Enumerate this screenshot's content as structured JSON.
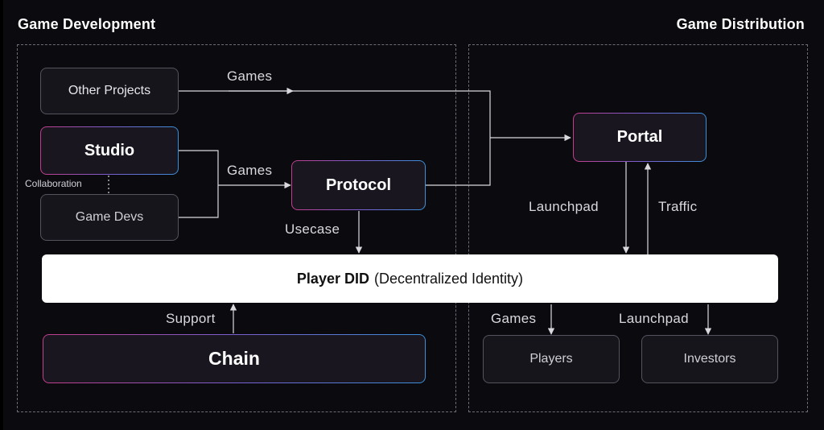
{
  "sections": {
    "dev_title": "Game Development",
    "dist_title": "Game Distribution"
  },
  "nodes": {
    "other_projects": "Other Projects",
    "studio": "Studio",
    "game_devs": "Game Devs",
    "protocol": "Protocol",
    "portal": "Portal",
    "chain": "Chain",
    "players": "Players",
    "investors": "Investors"
  },
  "did": {
    "title": "Player DID",
    "subtitle": "(Decentralized Identity)"
  },
  "edges": {
    "games_top": "Games",
    "games_mid": "Games",
    "collaboration": "Collaboration",
    "usecase": "Usecase",
    "launchpad_portal": "Launchpad",
    "traffic": "Traffic",
    "support": "Support",
    "games_players": "Games",
    "launchpad_investors": "Launchpad"
  },
  "colors": {
    "background": "#0b0b0f",
    "line": "#d8d8de",
    "gradient_start": "#c23d8c",
    "gradient_end": "#3a8fd8"
  }
}
